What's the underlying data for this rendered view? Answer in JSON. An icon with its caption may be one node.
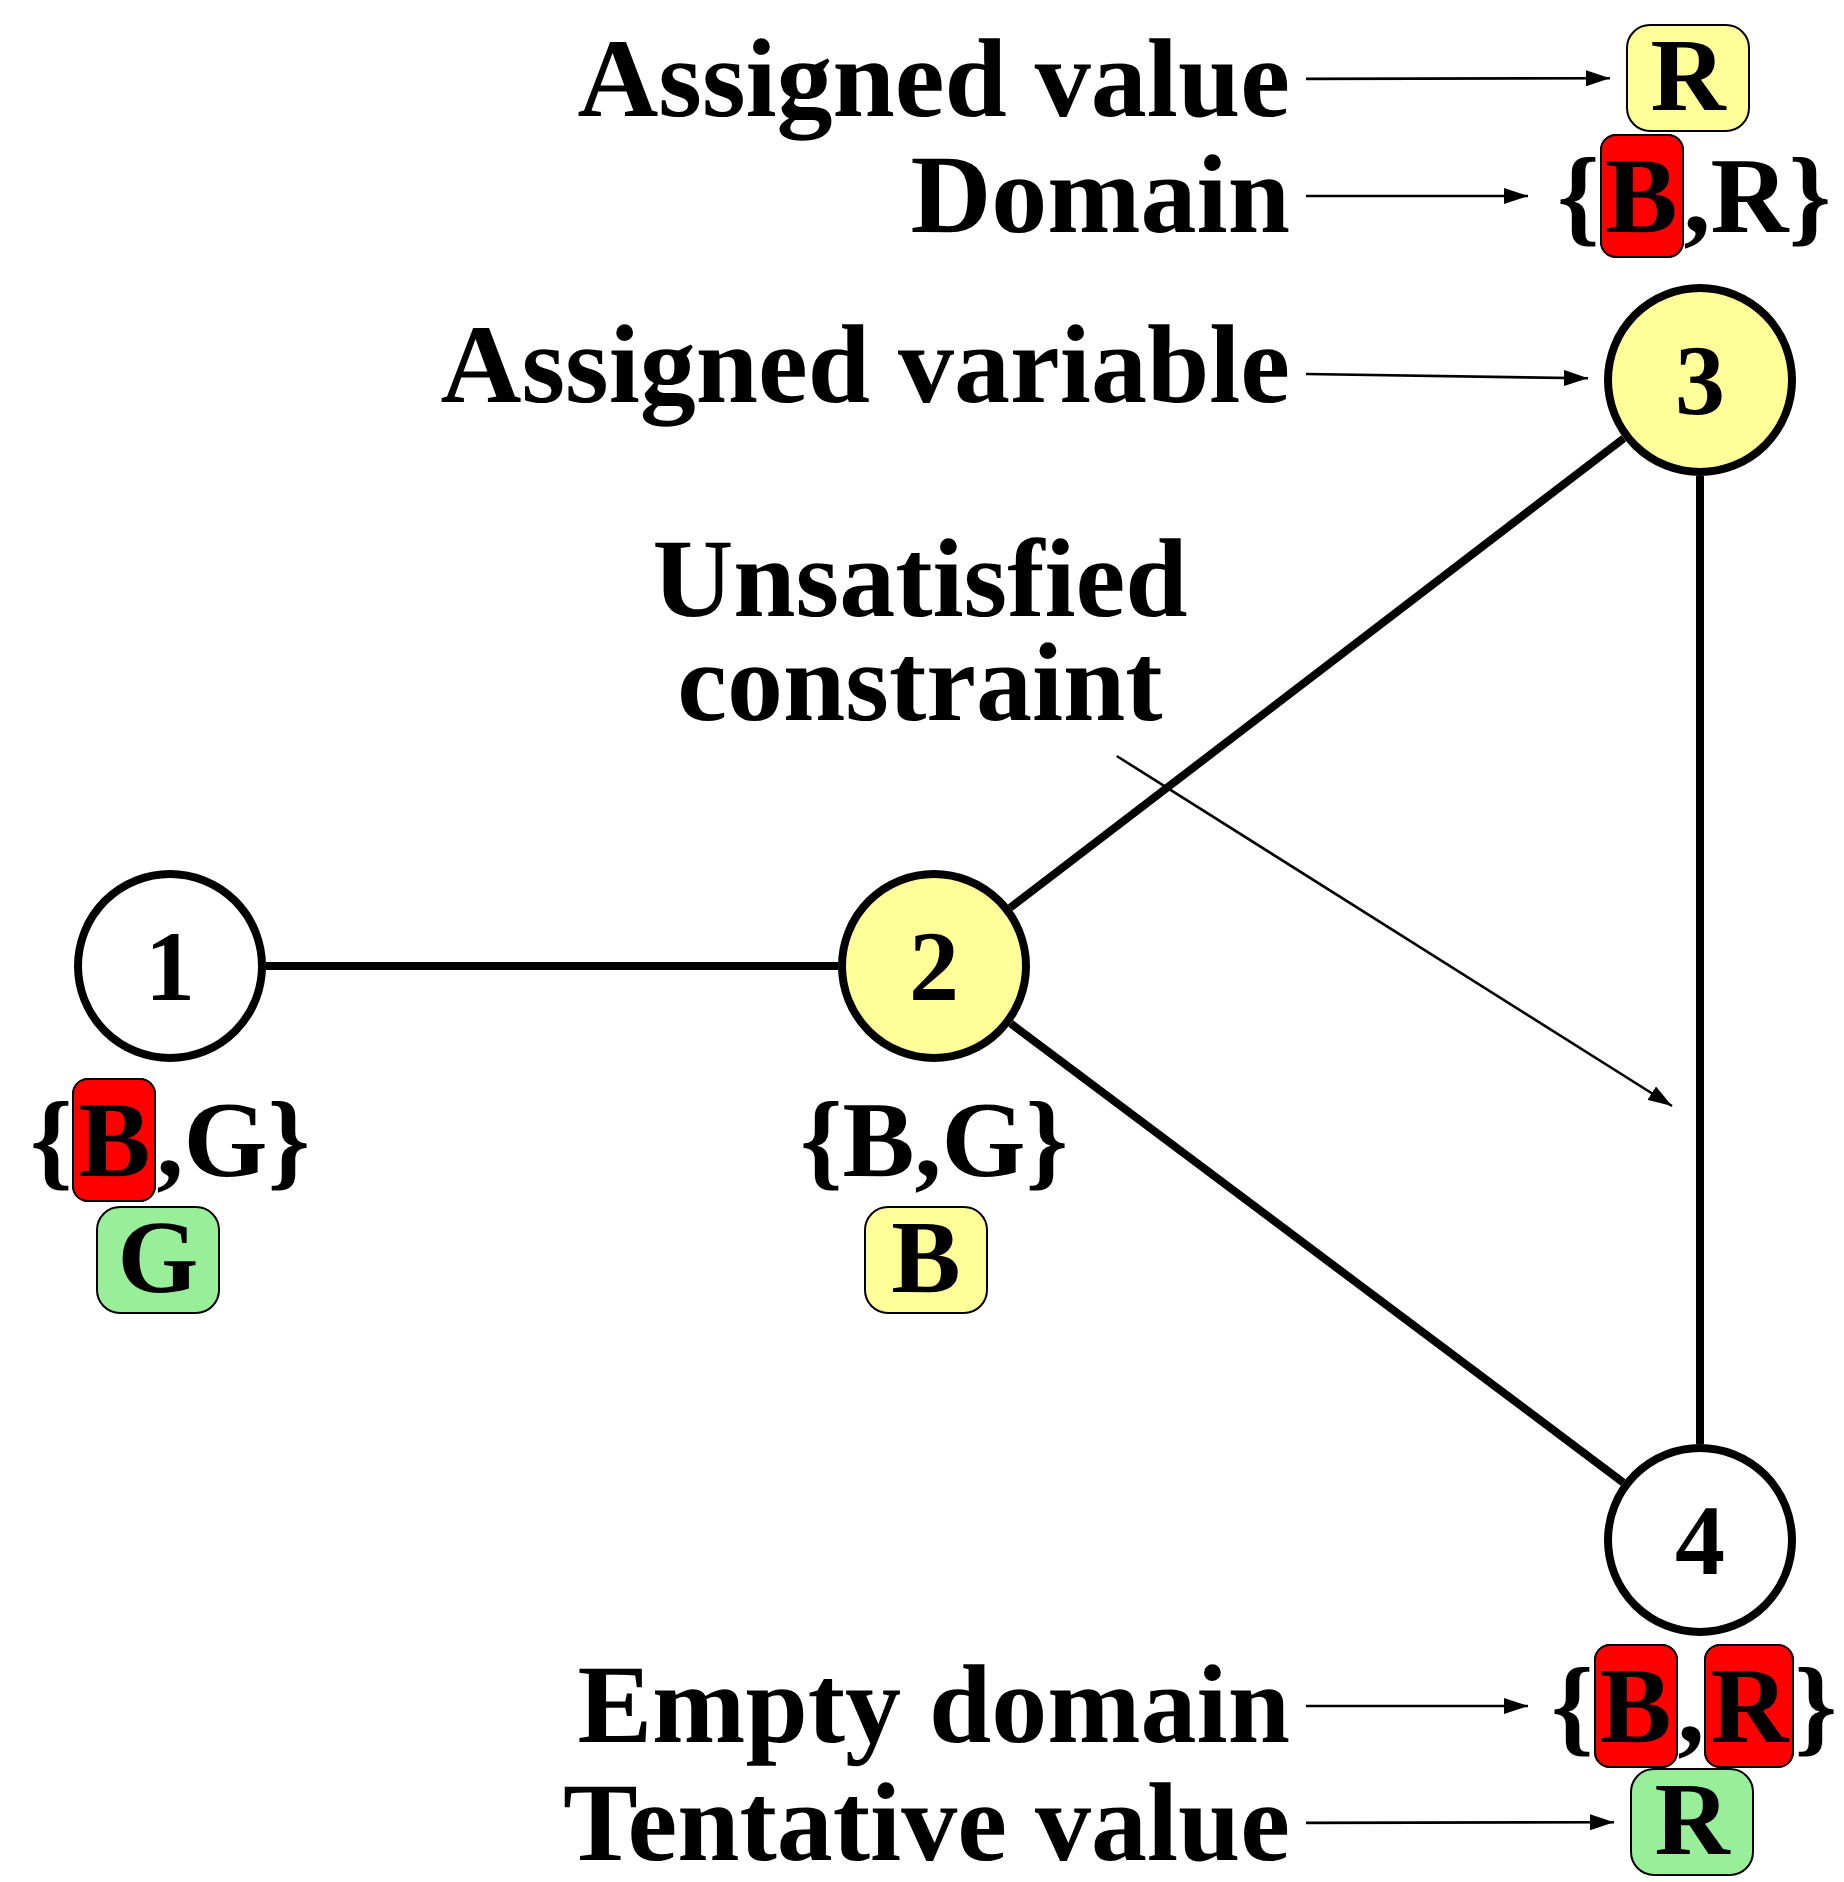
{
  "diagram": {
    "nodes": [
      {
        "text": [
          "Assigned value"
        ]
      },
      {
        "text": [
          "R"
        ]
      },
      {
        "text": [
          "Domain"
        ]
      },
      {
        "text": [
          "{B,R}"
        ]
      },
      {
        "text": [
          "Assigned variable"
        ]
      },
      {
        "text": [
          "3"
        ]
      },
      {
        "text": [
          "Unsatisfied constraint"
        ]
      },
      {
        "text": [
          "1"
        ]
      },
      {
        "text": [
          "2"
        ]
      },
      {
        "text": [
          "{B,G}"
        ]
      },
      {
        "text": [
          "{B,G}"
        ]
      },
      {
        "text": [
          "G"
        ]
      },
      {
        "text": [
          "B"
        ]
      },
      {
        "text": [
          "4"
        ]
      },
      {
        "text": [
          "Empty domain"
        ]
      },
      {
        "text": [
          "{B,R}"
        ]
      },
      {
        "text": [
          "Tentative value"
        ]
      },
      {
        "text": [
          "R"
        ]
      }
    ],
    "edges": [
      {
        "from": 0,
        "to": 1,
        "arrow": "to"
      },
      {
        "from": 2,
        "to": 3,
        "arrow": "to"
      },
      {
        "from": 4,
        "to": 5,
        "arrow": "to"
      },
      {
        "from": 7,
        "to": 8,
        "arrow": "none",
        "style": "thick"
      },
      {
        "from": 8,
        "to": 5,
        "arrow": "none",
        "style": "thick"
      },
      {
        "from": 8,
        "to": 13,
        "arrow": "none",
        "style": "thick"
      },
      {
        "from": 5,
        "to": 13,
        "arrow": "none",
        "style": "thick"
      },
      {
        "from": 6,
        "to": null,
        "arrow": "to"
      },
      {
        "from": 14,
        "to": 15,
        "arrow": "to"
      },
      {
        "from": 16,
        "to": 17,
        "arrow": "to"
      }
    ]
  }
}
